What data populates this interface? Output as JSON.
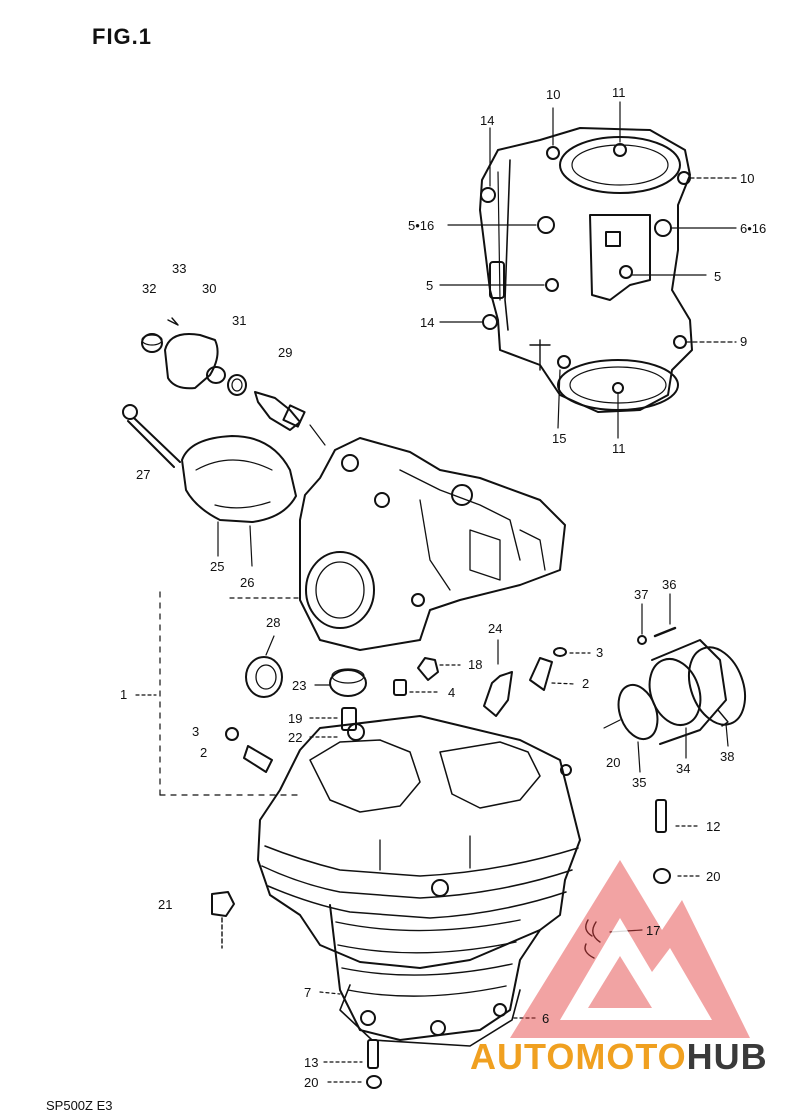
{
  "figure": {
    "title": "FIG.1",
    "model_code": "SP500Z E3"
  },
  "callouts": [
    {
      "id": "c10a",
      "text": "10"
    },
    {
      "id": "c11a",
      "text": "11"
    },
    {
      "id": "c14a",
      "text": "14"
    },
    {
      "id": "c10b",
      "text": "10"
    },
    {
      "id": "c516a",
      "text": "5•16"
    },
    {
      "id": "c616",
      "text": "6•16"
    },
    {
      "id": "c5a",
      "text": "5"
    },
    {
      "id": "c5b",
      "text": "5"
    },
    {
      "id": "c14b",
      "text": "14"
    },
    {
      "id": "c9",
      "text": "9"
    },
    {
      "id": "c15",
      "text": "15"
    },
    {
      "id": "c11b",
      "text": "11"
    },
    {
      "id": "c33",
      "text": "33"
    },
    {
      "id": "c32",
      "text": "32"
    },
    {
      "id": "c30",
      "text": "30"
    },
    {
      "id": "c31",
      "text": "31"
    },
    {
      "id": "c29",
      "text": "29"
    },
    {
      "id": "c27",
      "text": "27"
    },
    {
      "id": "c25",
      "text": "25"
    },
    {
      "id": "c26",
      "text": "26"
    },
    {
      "id": "c28",
      "text": "28"
    },
    {
      "id": "c24",
      "text": "24"
    },
    {
      "id": "c18",
      "text": "18"
    },
    {
      "id": "c23",
      "text": "23"
    },
    {
      "id": "c4",
      "text": "4"
    },
    {
      "id": "c3a",
      "text": "3"
    },
    {
      "id": "c2a",
      "text": "2"
    },
    {
      "id": "c37",
      "text": "37"
    },
    {
      "id": "c36",
      "text": "36"
    },
    {
      "id": "c1",
      "text": "1"
    },
    {
      "id": "c19",
      "text": "19"
    },
    {
      "id": "c22",
      "text": "22"
    },
    {
      "id": "c3b",
      "text": "3"
    },
    {
      "id": "c2b",
      "text": "2"
    },
    {
      "id": "c20a",
      "text": "20"
    },
    {
      "id": "c35",
      "text": "35"
    },
    {
      "id": "c34",
      "text": "34"
    },
    {
      "id": "c38",
      "text": "38"
    },
    {
      "id": "c12a",
      "text": "12"
    },
    {
      "id": "c20b",
      "text": "20"
    },
    {
      "id": "c21",
      "text": "21"
    },
    {
      "id": "c17",
      "text": "17"
    },
    {
      "id": "c7",
      "text": "7"
    },
    {
      "id": "c6",
      "text": "6"
    },
    {
      "id": "c13",
      "text": "13"
    },
    {
      "id": "c20c",
      "text": "20"
    }
  ],
  "watermark": {
    "part1": "AUTOMOTO",
    "part2": "HUB",
    "color_primary": "#f0a020",
    "color_secondary": "#3a3a3a",
    "color_triangle": "#e23a3a"
  }
}
